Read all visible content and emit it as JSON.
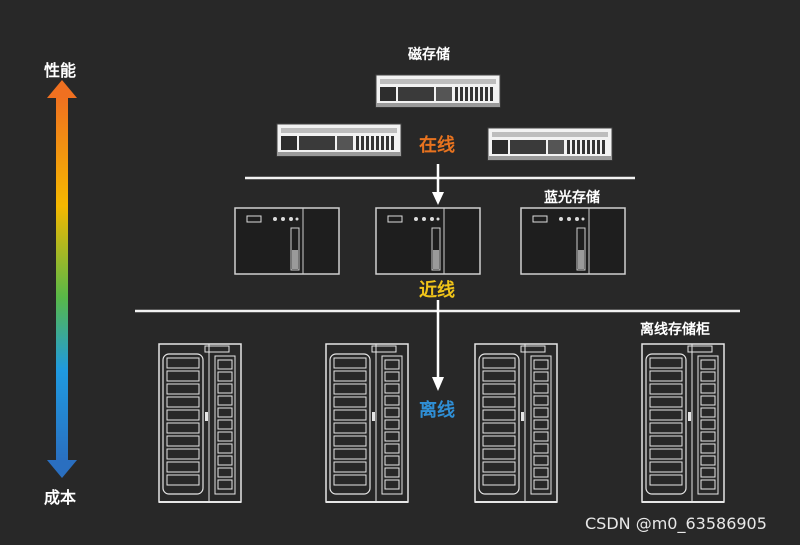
{
  "axis": {
    "top_label": "性能",
    "bottom_label": "成本"
  },
  "tiers": {
    "online": {
      "label": "在线",
      "color": "#e8731f"
    },
    "nearline": {
      "label": "近线",
      "color": "#f0c419"
    },
    "offline": {
      "label": "离线",
      "color": "#2f8fd6"
    }
  },
  "devices": {
    "disk": "磁存储",
    "bluray": "蓝光存储",
    "cabinet": "离线存储柜"
  },
  "watermark": "CSDN @m0_63586905",
  "gradient": [
    "#f07020",
    "#f5b800",
    "#58b848",
    "#1f9ae0",
    "#2a6fc0"
  ]
}
